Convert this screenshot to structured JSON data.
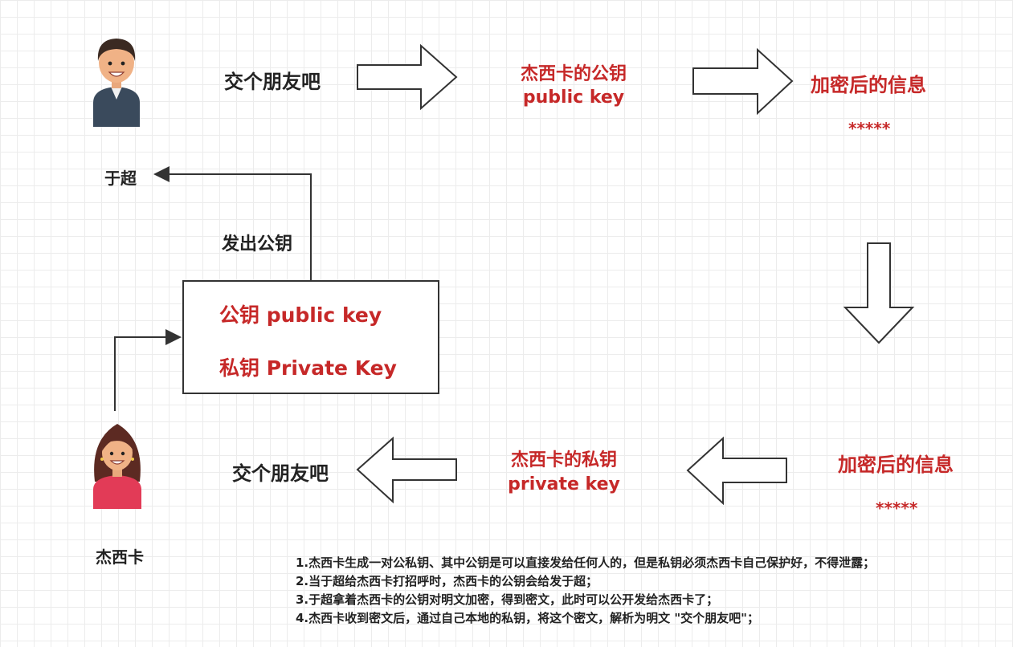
{
  "people": {
    "sender": {
      "name": "于超"
    },
    "receiver": {
      "name": "杰西卡"
    }
  },
  "top_row": {
    "plaintext": "交个朋友吧",
    "public_key_line1": "杰西卡的公钥",
    "public_key_line2": "public key",
    "encrypted_label": "加密后的信息",
    "encrypted_value": "*****"
  },
  "middle": {
    "send_key_label": "发出公钥",
    "keybox": {
      "public_key": "公钥 public key",
      "private_key": "私钥 Private Key"
    }
  },
  "bottom_row": {
    "plaintext": "交个朋友吧",
    "private_key_line1": "杰西卡的私钥",
    "private_key_line2": "private key",
    "encrypted_label": "加密后的信息",
    "encrypted_value": "*****"
  },
  "notes": [
    "1.杰西卡生成一对公私钥、其中公钥是可以直接发给任何人的，但是私钥必须杰西卡自己保护好，不得泄露；",
    "2.当于超给杰西卡打招呼时，杰西卡的公钥会给发于超；",
    "3.于超拿着杰西卡的公钥对明文加密，得到密文，此时可以公开发给杰西卡了；",
    "4.杰西卡收到密文后，通过自己本地的私钥，将这个密文，解析为明文 \"交个朋友吧\"；"
  ],
  "colors": {
    "accent_red": "#c62828",
    "text_dark": "#222222",
    "stroke": "#333333"
  }
}
